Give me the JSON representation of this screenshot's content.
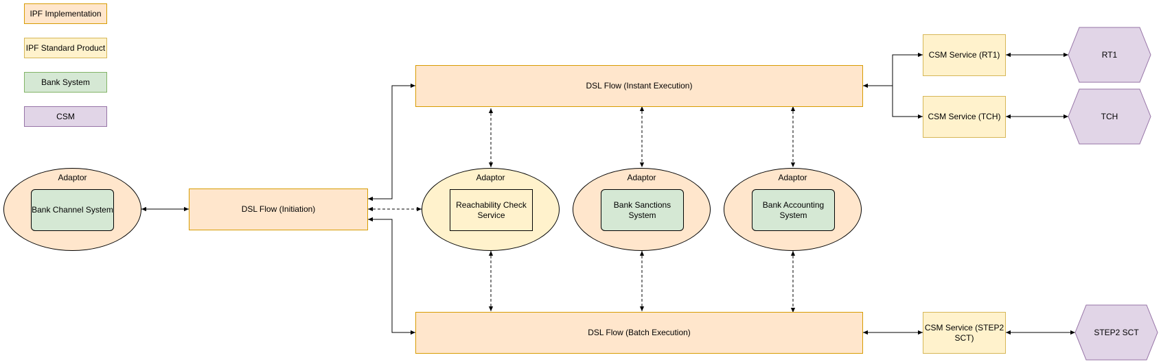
{
  "legend": {
    "ipf_implementation": "IPF Implementation",
    "ipf_standard_product": "IPF Standard Product",
    "bank_system": "Bank System",
    "csm": "CSM"
  },
  "adaptors": {
    "bank_channel": {
      "title": "Adaptor",
      "inner": "Bank Channel System"
    },
    "reachability": {
      "title": "Adaptor",
      "inner": "Reachability Check Service"
    },
    "sanctions": {
      "title": "Adaptor",
      "inner": "Bank Sanctions System"
    },
    "accounting": {
      "title": "Adaptor",
      "inner": "Bank Accounting System"
    }
  },
  "flows": {
    "initiation": "DSL Flow (Initiation)",
    "instant": "DSL Flow (Instant Execution)",
    "batch": "DSL Flow (Batch Execution)"
  },
  "csm_services": {
    "rt1": "CSM Service (RT1)",
    "tch": "CSM Service (TCH)",
    "step2": "CSM Service (STEP2 SCT)"
  },
  "schemes": {
    "rt1": "RT1",
    "tch": "TCH",
    "step2": "STEP2 SCT"
  },
  "colors": {
    "ipf_implementation_fill": "#ffe6cc",
    "ipf_implementation_stroke": "#d79b00",
    "ipf_standard_fill": "#fff2cc",
    "ipf_standard_stroke": "#d6b656",
    "bank_fill": "#d5e8d4",
    "bank_stroke": "#82b366",
    "csm_fill": "#e1d5e7",
    "csm_stroke": "#9673a6"
  }
}
